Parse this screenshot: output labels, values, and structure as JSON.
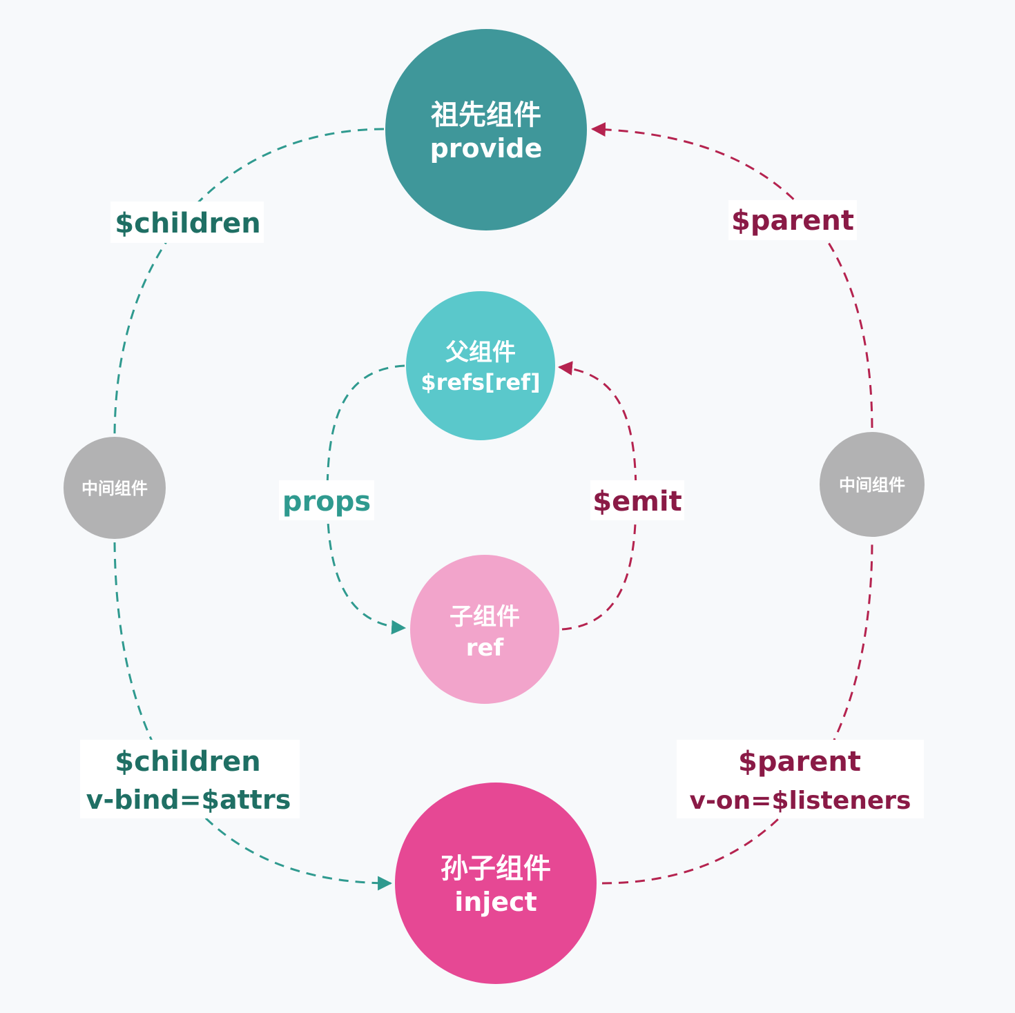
{
  "colors": {
    "background": "#f7f9fb",
    "teal_arrow": "#2f9a8f",
    "crimson_arrow": "#b5234f",
    "teal_label": "#1f6f64",
    "crimson_label": "#8a1a46",
    "label_box": "#ffffff"
  },
  "nodes": {
    "ancestor": {
      "title": "祖先组件",
      "sub": "provide",
      "color": "#3f979a"
    },
    "parent": {
      "title": "父组件",
      "sub": "$refs[ref]",
      "color": "#5ac8cb"
    },
    "child": {
      "title": "子组件",
      "sub": "ref",
      "color": "#f2a4cb"
    },
    "grandchild": {
      "title": "孙子组件",
      "sub": "inject",
      "color": "#e64894"
    },
    "middle_left": {
      "title": "中间组件",
      "color": "#b2b2b3"
    },
    "middle_right": {
      "title": "中间组件",
      "color": "#b2b2b3"
    }
  },
  "labels": {
    "children_top": "$children",
    "parent_top": "$parent",
    "props": "props",
    "emit": "$emit",
    "children_bottom": "$children",
    "bind_attrs": "v-bind=$attrs",
    "parent_bottom": "$parent",
    "on_listeners": "v-on=$listeners"
  }
}
